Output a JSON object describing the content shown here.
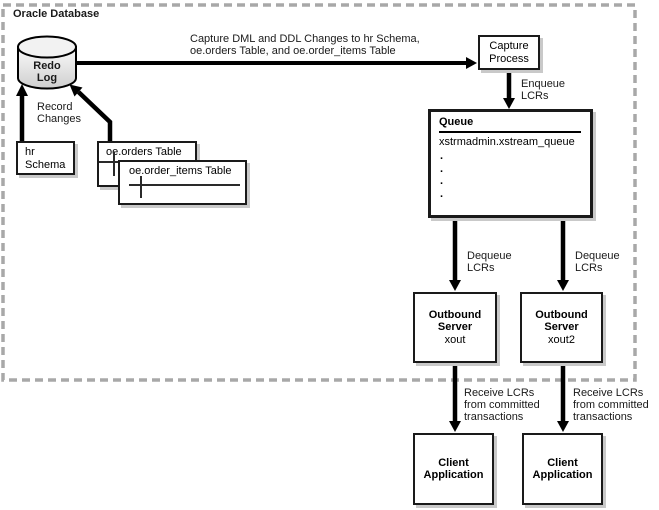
{
  "colors": {
    "line": "#000000",
    "dashed_border": "#a8a8a8",
    "box_border": "#1a1a1a",
    "box_shadow": "#c9c9c9",
    "box_bg": "#ffffff",
    "cylinder_fill_top": "#f2f2f2",
    "cylinder_fill_bottom": "#cfcfcf"
  },
  "database": {
    "title": "Oracle Database"
  },
  "redo_log": {
    "label": "Redo\nLog"
  },
  "capture_arrow_label": "Capture DML and DDL Changes to hr Schema,\noe.orders Table, and oe.order_items Table",
  "record_changes_label": "Record\nChanges",
  "hr_schema": {
    "label": "hr\nSchema"
  },
  "oe_orders": {
    "label": "oe.orders Table"
  },
  "oe_order_items": {
    "label": "oe.order_items Table"
  },
  "capture_process": {
    "label": "Capture\nProcess"
  },
  "enqueue_label": "Enqueue\nLCRs",
  "queue": {
    "title": "Queue",
    "name": "xstrmadmin.xstream_queue",
    "dots": ".\n.\n.\n."
  },
  "dequeue_left_label": "Dequeue\nLCRs",
  "dequeue_right_label": "Dequeue\nLCRs",
  "outbound_left": {
    "title": "Outbound\nServer",
    "name": "xout"
  },
  "outbound_right": {
    "title": "Outbound\nServer",
    "name": "xout2"
  },
  "receive_left_label": "Receive LCRs\nfrom committed\ntransactions",
  "receive_right_label": "Receive LCRs\nfrom committed\ntransactions",
  "client_left": {
    "label": "Client\nApplication"
  },
  "client_right": {
    "label": "Client\nApplication"
  }
}
